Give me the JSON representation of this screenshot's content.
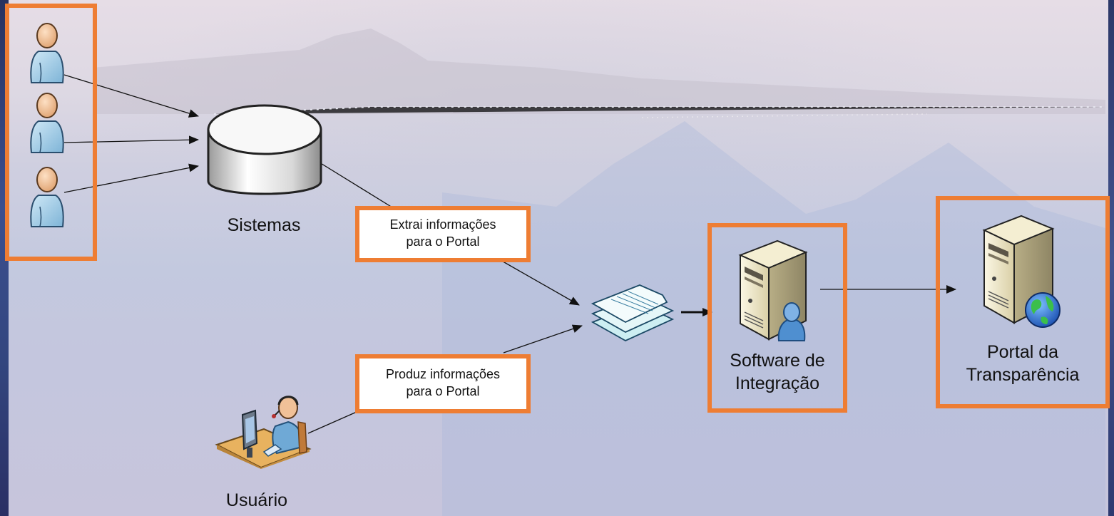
{
  "nodes": {
    "sistemas": "Sistemas",
    "usuario": "Usuário",
    "software": [
      "Software de",
      "Integração"
    ],
    "portal": [
      "Portal da",
      "Transparência"
    ]
  },
  "callouts": {
    "extrai": [
      "Extrai informações",
      "para o Portal"
    ],
    "produz": [
      "Produz informações",
      "para o Portal"
    ]
  },
  "colors": {
    "highlight_border": "#ee7d33",
    "arrow": "#111111"
  },
  "icons": {
    "users": [
      "user-icon",
      "user-icon",
      "user-icon"
    ],
    "database": "database-icon",
    "operator": "call-center-operator-icon",
    "documents": "documents-stack-icon",
    "integration_server": "server-user-icon",
    "web_server": "web-server-globe-icon"
  }
}
